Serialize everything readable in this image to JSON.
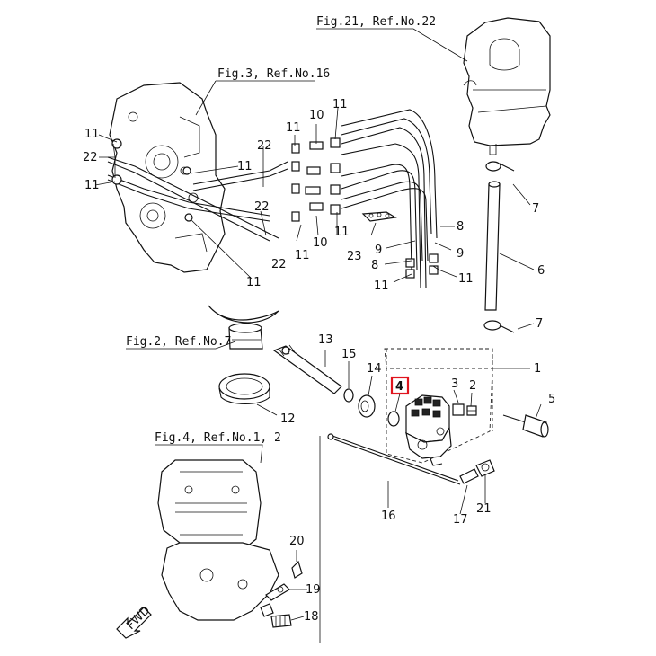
{
  "callouts": [
    {
      "id": "fig21",
      "text": "Fig.21, Ref.No.22"
    },
    {
      "id": "fig3",
      "text": "Fig.3, Ref.No.16"
    },
    {
      "id": "fig2",
      "text": "Fig.2, Ref.No.7"
    },
    {
      "id": "fig4",
      "text": "Fig.4, Ref.No.1, 2"
    }
  ],
  "ref_numbers": {
    "n11a": "11",
    "n22a": "22",
    "n11b": "11",
    "n11c": "11",
    "n10a": "10",
    "n11d": "11",
    "n22b": "22",
    "n11e": "11",
    "n22c": "22",
    "n11f": "11",
    "n10b": "10",
    "n11g": "11",
    "n23": "23",
    "n11h": "11",
    "n8a": "8",
    "n9a": "9",
    "n9b": "9",
    "n8b": "8",
    "n11i": "11",
    "n11j": "11",
    "n7a": "7",
    "n6": "6",
    "n7b": "7",
    "n13": "13",
    "n15": "15",
    "n14": "14",
    "n4": "4",
    "n3": "3",
    "n2": "2",
    "n1": "1",
    "n5": "5",
    "n12": "12",
    "n16": "16",
    "n17": "17",
    "n21": "21",
    "n20": "20",
    "n19": "19",
    "n18": "18"
  },
  "highlighted_part": "4",
  "direction_label": "FWD",
  "colors": {
    "line": "#111111",
    "highlight": "#e0141e",
    "background": "#ffffff"
  }
}
